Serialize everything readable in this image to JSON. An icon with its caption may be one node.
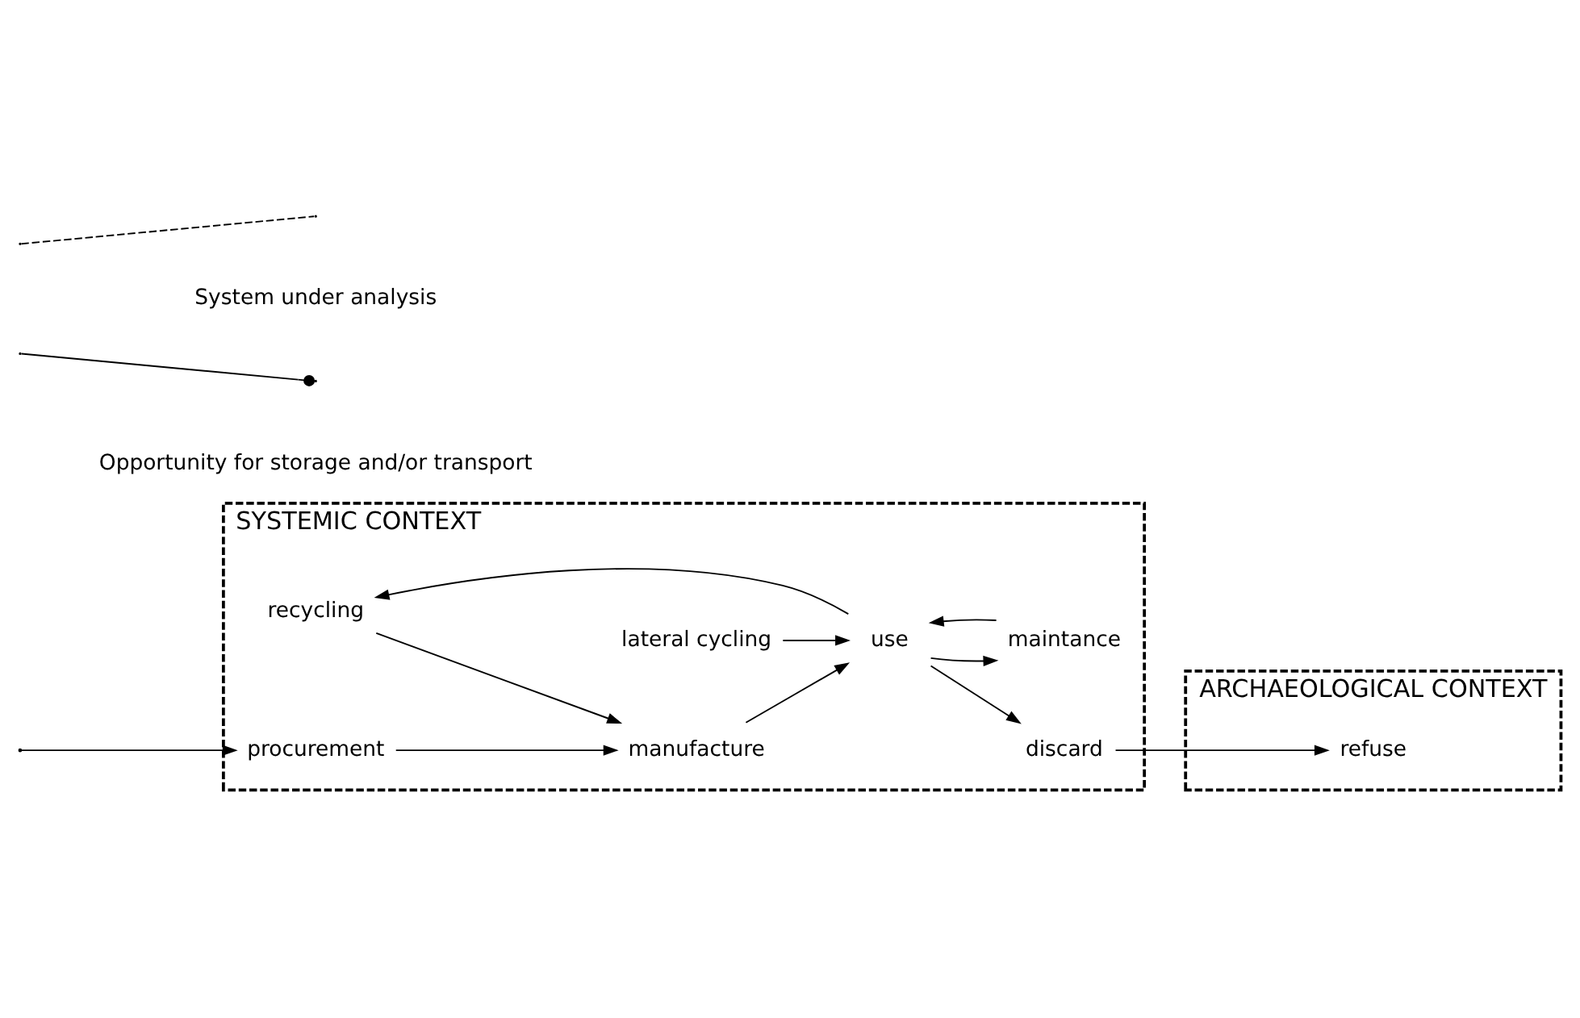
{
  "diagram": {
    "nodes": [
      {
        "text": [
          "SYSTEMIC CONTEXT"
        ]
      },
      {
        "text": [
          "ARCHAEOLOGICAL CONTEXT"
        ]
      },
      {
        "text": [
          "recycling"
        ],
        "in": 0
      },
      {
        "text": [
          "lateral cycling"
        ],
        "in": 0
      },
      {
        "text": [
          "procurement"
        ],
        "in": 0
      },
      {
        "text": [
          "manufacture"
        ],
        "in": 0
      },
      {
        "text": [
          "use"
        ],
        "in": 0
      },
      {
        "text": [
          "discard"
        ],
        "in": 0
      },
      {
        "text": [
          "maintance"
        ],
        "in": 0
      },
      {
        "text": [
          "refuse"
        ],
        "in": 1
      }
    ],
    "edges": [
      {
        "from": null,
        "to": 4,
        "arrow": "to"
      },
      {
        "from": 4,
        "to": 5,
        "arrow": "to"
      },
      {
        "from": 5,
        "to": 6,
        "arrow": "to"
      },
      {
        "from": 6,
        "to": 7,
        "arrow": "to"
      },
      {
        "from": 7,
        "to": 9,
        "arrow": "to"
      },
      {
        "from": 6,
        "to": 2,
        "arrow": "to"
      },
      {
        "from": 2,
        "to": 5,
        "arrow": "to"
      },
      {
        "from": 3,
        "to": 6,
        "arrow": "to"
      },
      {
        "from": 8,
        "to": 6,
        "arrow": "to"
      },
      {
        "from": 6,
        "to": 8,
        "arrow": "to"
      }
    ],
    "legend": [
      {
        "text": "System under analysis"
      },
      {
        "text": "Opportunity for storage and/or transport"
      }
    ]
  }
}
